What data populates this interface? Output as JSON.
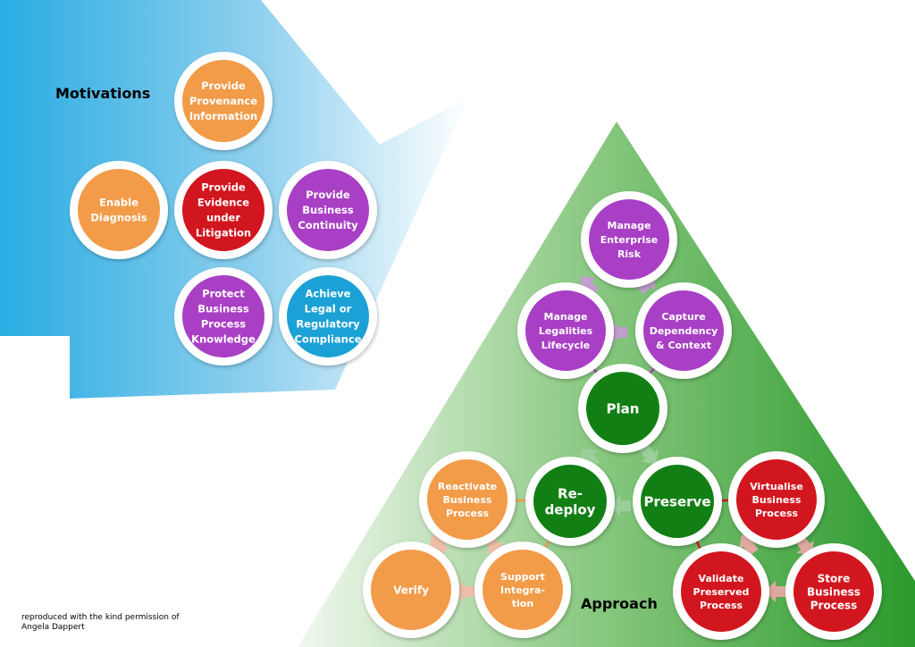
{
  "title_motivations": "Motivations",
  "title_approach": "Approach",
  "credit_lines": [
    "reproduced with the kind permission of",
    "Angela Dappert"
  ],
  "colors": {
    "orange": "#f29b49",
    "red": "#d2161f",
    "purple": "#a93fc5",
    "blue": "#1ba1d6",
    "green": "#127f15",
    "arrow_blue": "#2eafe3",
    "triangle_green": "#3aa13b"
  },
  "motivations": [
    {
      "id": "provenance",
      "lines": [
        "Provide",
        "Provenance",
        "Information"
      ],
      "color": "orange"
    },
    {
      "id": "diagnosis",
      "lines": [
        "Enable",
        "Diagnosis"
      ],
      "color": "orange"
    },
    {
      "id": "evidence",
      "lines": [
        "Provide",
        "Evidence",
        "under",
        "Litigation"
      ],
      "color": "red"
    },
    {
      "id": "continuity",
      "lines": [
        "Provide",
        "Business",
        "Continuity"
      ],
      "color": "purple"
    },
    {
      "id": "knowledge",
      "lines": [
        "Protect",
        "Business",
        "Process",
        "Knowledge"
      ],
      "color": "purple"
    },
    {
      "id": "compliance",
      "lines": [
        "Achieve",
        "Legal or",
        "Regulatory",
        "Compliance"
      ],
      "color": "blue"
    }
  ],
  "approach": [
    {
      "id": "risk",
      "lines": [
        "Manage",
        "Enterprise",
        "Risk"
      ],
      "color": "purple"
    },
    {
      "id": "legalities",
      "lines": [
        "Manage",
        "Legalities",
        "Lifecycle"
      ],
      "color": "purple"
    },
    {
      "id": "dependency",
      "lines": [
        "Capture",
        "Dependency",
        "& Context"
      ],
      "color": "purple"
    },
    {
      "id": "plan",
      "lines": [
        "Plan"
      ],
      "color": "green"
    },
    {
      "id": "preserve",
      "lines": [
        "Preserve"
      ],
      "color": "green"
    },
    {
      "id": "redeploy",
      "lines": [
        "Re-",
        "deploy"
      ],
      "color": "green"
    },
    {
      "id": "virtualise",
      "lines": [
        "Virtualise",
        "Business",
        "Process"
      ],
      "color": "red"
    },
    {
      "id": "store",
      "lines": [
        "Store",
        "Business",
        "Process"
      ],
      "color": "red"
    },
    {
      "id": "validate",
      "lines": [
        "Validate",
        "Preserved",
        "Process"
      ],
      "color": "red"
    },
    {
      "id": "reactivate",
      "lines": [
        "Reactivate",
        "Business",
        "Process"
      ],
      "color": "orange"
    },
    {
      "id": "support",
      "lines": [
        "Support",
        "Integra-",
        "tion"
      ],
      "color": "orange"
    },
    {
      "id": "verify",
      "lines": [
        "Verify"
      ],
      "color": "orange"
    }
  ]
}
